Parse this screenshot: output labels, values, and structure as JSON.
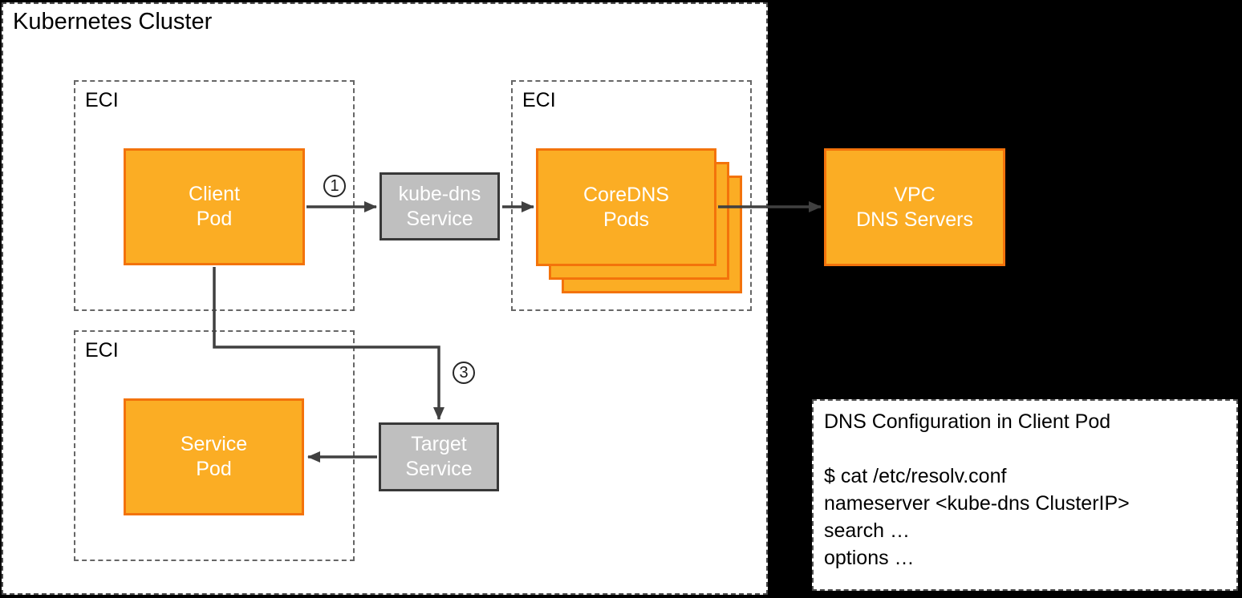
{
  "cluster": {
    "title": "Kubernetes Cluster"
  },
  "eci_groups": [
    {
      "label": "ECI"
    },
    {
      "label": "ECI"
    },
    {
      "label": "ECI"
    }
  ],
  "nodes": {
    "client_pod": {
      "line1": "Client",
      "line2": "Pod"
    },
    "kube_dns_service": {
      "line1": "kube-dns",
      "line2": "Service"
    },
    "coredns_pods": {
      "line1": "CoreDNS",
      "line2": "Pods"
    },
    "vpc_dns_servers": {
      "line1": "VPC",
      "line2": "DNS Servers"
    },
    "service_pod": {
      "line1": "Service",
      "line2": "Pod"
    },
    "target_service": {
      "line1": "Target",
      "line2": "Service"
    }
  },
  "step_labels": [
    {
      "text": "1"
    },
    {
      "text": "3"
    }
  ],
  "config_panel": {
    "title": "DNS Configuration in Client Pod",
    "lines": [
      "$ cat /etc/resolv.conf",
      "nameserver <kube-dns ClusterIP>",
      "search …",
      "options …"
    ]
  },
  "colors": {
    "background": "#000000",
    "canvas": "#ffffff",
    "pod_fill": "#fbad24",
    "pod_border": "#f3730b",
    "service_fill": "#bfbfbf",
    "service_border": "#383838",
    "arrow": "#404040",
    "dashed_border": "#4d4d4d"
  }
}
